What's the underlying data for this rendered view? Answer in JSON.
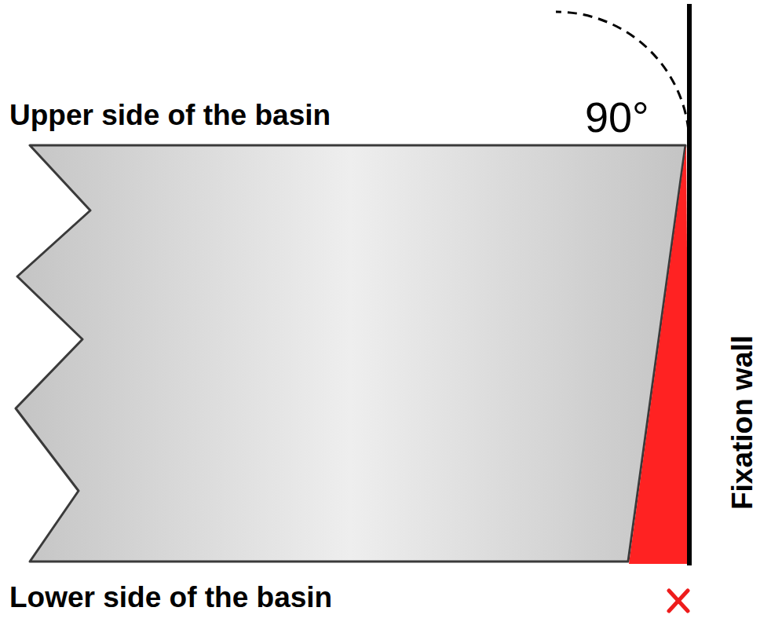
{
  "diagram": {
    "labels": [
      "Upper side of the basin",
      "90°",
      "Lower side of the basin",
      "Fixation wall"
    ]
  }
}
